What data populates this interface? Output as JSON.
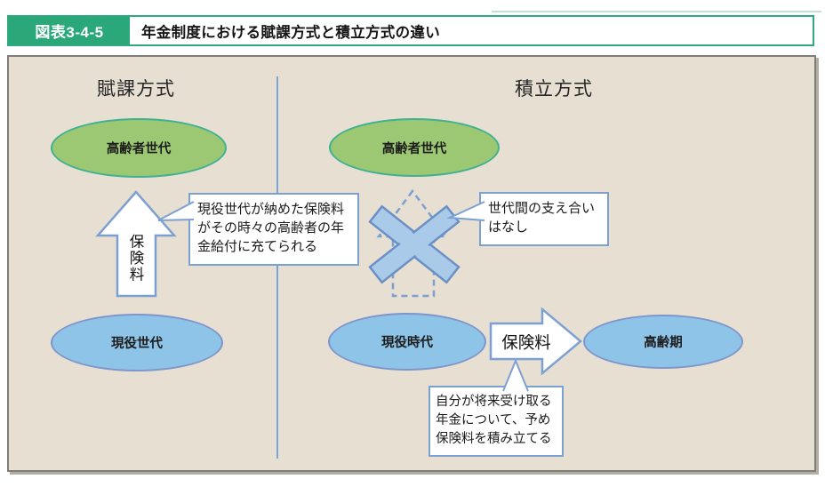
{
  "header": {
    "label": "図表3-4-5",
    "title": "年金制度における賦課方式と積立方式の違い"
  },
  "left_panel": {
    "heading": "賦課方式",
    "elderly_ellipse": "高齢者世代",
    "working_ellipse": "現役世代",
    "premium_arrow_label": "保険料",
    "flow_callout": "現役世代が納めた保険料\nがその時々の高齢者の年\n金給付に充てられる"
  },
  "right_panel": {
    "heading": "積立方式",
    "elderly_ellipse": "高齢者世代",
    "working_ellipse": "現役時代",
    "old_age_ellipse": "高齢期",
    "premium_arrow_label": "保険料",
    "no_support_callout": "世代間の支え合い\nはなし",
    "prefund_callout": "自分が将来受け取る\n年金について、予め\n保険料を積み立てる"
  },
  "colors": {
    "header_green": "#2aa87a",
    "board_background": "#e7dfd1",
    "board_border": "#7f7d78",
    "divider_blue": "#7ba3d6",
    "green_ellipse_fill": "#9dc873",
    "green_ellipse_border": "#40b093",
    "blue_ellipse_fill": "#8ec4e7",
    "blue_ellipse_border": "#8095cc",
    "arrow_border_blue": "#7da0d2",
    "x_mark_fill": "#a9cbe9",
    "x_mark_border": "#6b90c5"
  }
}
